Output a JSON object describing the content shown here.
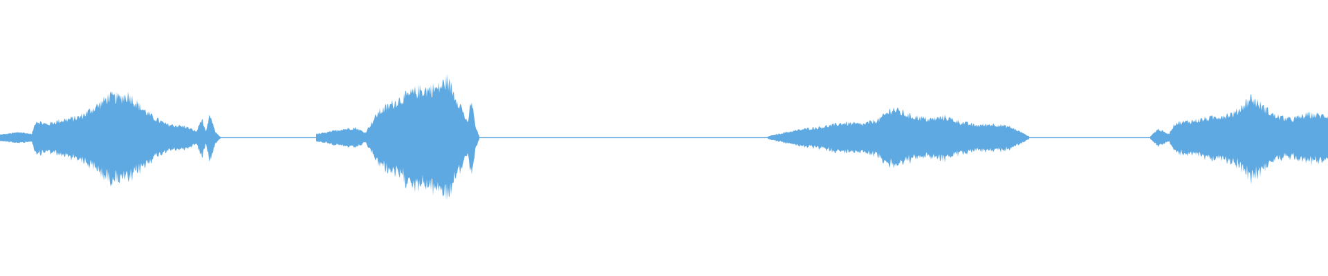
{
  "waveform": {
    "color": "#5ea9e1",
    "background": "#ffffff",
    "segments": [
      {
        "kind": "sound",
        "start": 0.0,
        "end": 0.166,
        "envelope": [
          [
            0.0,
            0.05
          ],
          [
            0.015,
            0.09
          ],
          [
            0.024,
            0.06
          ],
          [
            0.027,
            0.28
          ],
          [
            0.035,
            0.22
          ],
          [
            0.045,
            0.28
          ],
          [
            0.06,
            0.34
          ],
          [
            0.075,
            0.55
          ],
          [
            0.082,
            0.68
          ],
          [
            0.09,
            0.66
          ],
          [
            0.097,
            0.7
          ],
          [
            0.105,
            0.52
          ],
          [
            0.115,
            0.34
          ],
          [
            0.125,
            0.22
          ],
          [
            0.14,
            0.18
          ],
          [
            0.148,
            0.1
          ],
          [
            0.152,
            0.32
          ],
          [
            0.155,
            0.08
          ],
          [
            0.158,
            0.38
          ],
          [
            0.162,
            0.1
          ],
          [
            0.166,
            0.01
          ]
        ]
      },
      {
        "kind": "sound",
        "start": 0.238,
        "end": 0.361,
        "envelope": [
          [
            0.238,
            0.06
          ],
          [
            0.245,
            0.08
          ],
          [
            0.258,
            0.14
          ],
          [
            0.268,
            0.16
          ],
          [
            0.275,
            0.08
          ],
          [
            0.285,
            0.42
          ],
          [
            0.3,
            0.62
          ],
          [
            0.315,
            0.78
          ],
          [
            0.33,
            0.82
          ],
          [
            0.337,
            0.95
          ],
          [
            0.343,
            0.68
          ],
          [
            0.348,
            0.48
          ],
          [
            0.352,
            0.22
          ],
          [
            0.355,
            0.64
          ],
          [
            0.358,
            0.18
          ],
          [
            0.361,
            0.02
          ]
        ]
      },
      {
        "kind": "sound",
        "start": 0.578,
        "end": 0.775,
        "envelope": [
          [
            0.578,
            0.02
          ],
          [
            0.59,
            0.08
          ],
          [
            0.605,
            0.14
          ],
          [
            0.62,
            0.18
          ],
          [
            0.635,
            0.24
          ],
          [
            0.65,
            0.22
          ],
          [
            0.662,
            0.3
          ],
          [
            0.672,
            0.48
          ],
          [
            0.685,
            0.36
          ],
          [
            0.7,
            0.3
          ],
          [
            0.712,
            0.34
          ],
          [
            0.722,
            0.26
          ],
          [
            0.735,
            0.2
          ],
          [
            0.748,
            0.22
          ],
          [
            0.76,
            0.18
          ],
          [
            0.77,
            0.08
          ],
          [
            0.775,
            0.02
          ]
        ]
      },
      {
        "kind": "sound",
        "start": 0.866,
        "end": 1.0,
        "envelope": [
          [
            0.866,
            0.02
          ],
          [
            0.872,
            0.14
          ],
          [
            0.88,
            0.06
          ],
          [
            0.885,
            0.24
          ],
          [
            0.9,
            0.28
          ],
          [
            0.915,
            0.34
          ],
          [
            0.93,
            0.4
          ],
          [
            0.942,
            0.66
          ],
          [
            0.95,
            0.52
          ],
          [
            0.96,
            0.36
          ],
          [
            0.972,
            0.3
          ],
          [
            0.985,
            0.38
          ],
          [
            1.0,
            0.36
          ]
        ]
      }
    ],
    "silence_level": 0.01
  }
}
